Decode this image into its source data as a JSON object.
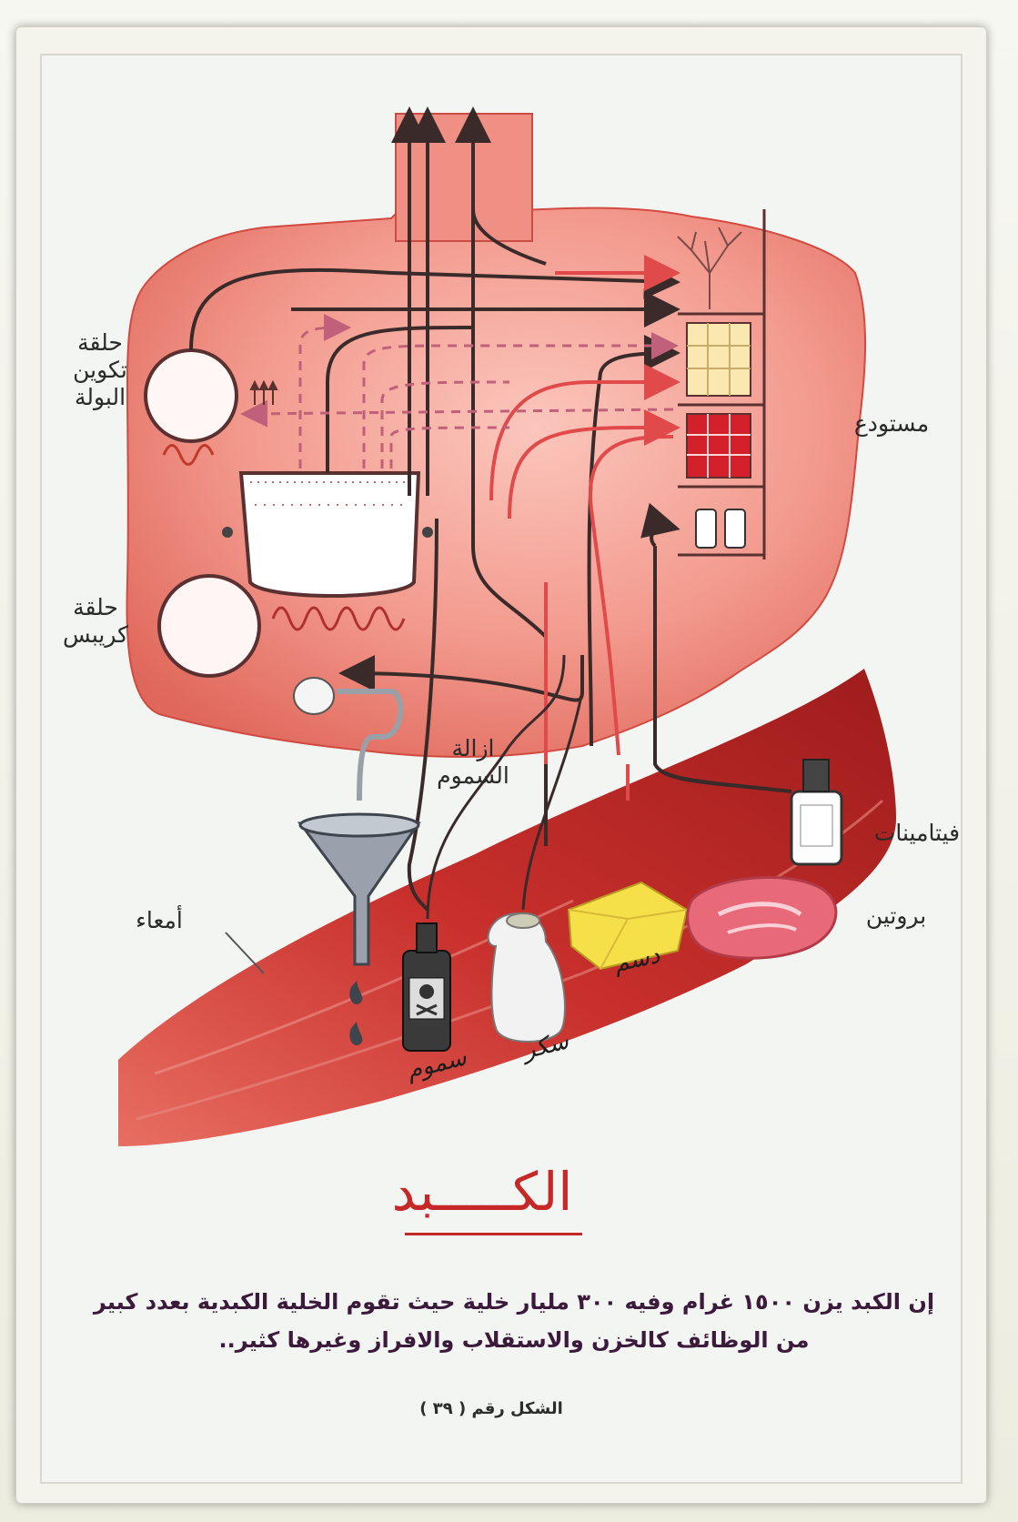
{
  "diagram": {
    "title": "الكـــــبد",
    "labels": {
      "urea_cycle": [
        "حلقة",
        "تكوين",
        "البولة"
      ],
      "krebs_cycle": [
        "حلقة",
        "كريبس"
      ],
      "storage": "مستودع",
      "detox": [
        "ازالة",
        "السموم"
      ],
      "vitamins": "فيتامينات",
      "protein": "بروتين",
      "intestines": "أمعاء",
      "fat": "دسم",
      "sugar": "سكر",
      "poisons": "سموم"
    },
    "caption": "إن الكبد يزن ١٥٠٠ غرام وفيه ٣٠٠ مليار خلية حيث تقوم الخلية الكبدية بعدد كبير من الوظائف كالخزن والاستقلاب والافراز وغيرها كثير..",
    "figure_number": "الشكل رقم ( ٣٩ )"
  },
  "colors": {
    "liver": "#f08a80",
    "liver_dark": "#d9574c",
    "intestine": "#c83a36",
    "arrow_dark": "#3a2a2a",
    "arrow_red": "#e04a4a",
    "title": "#c62828",
    "caption": "#3c1a3c"
  },
  "icons": [
    "poison-bottle-icon",
    "sugar-bag-icon",
    "fat-block-icon",
    "meat-steak-icon",
    "vitamin-bottle-icon",
    "funnel-icon",
    "cauldron-icon",
    "storage-shelf-icon"
  ]
}
